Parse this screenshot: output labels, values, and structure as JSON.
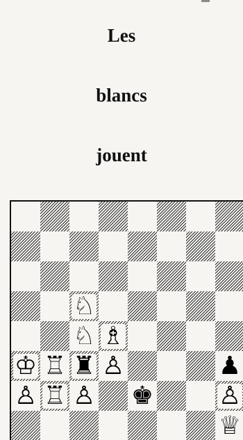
{
  "caption": {
    "line1": "Les",
    "line2": "blancs",
    "line3": "jouent"
  },
  "board": {
    "files": 8,
    "ranks": 8,
    "pieces": [
      {
        "square": "c5",
        "glyph": "♘",
        "name": "white-knight"
      },
      {
        "square": "c4",
        "glyph": "♘",
        "name": "white-knight"
      },
      {
        "square": "d4",
        "glyph": "♗",
        "name": "white-bishop"
      },
      {
        "square": "a3",
        "glyph": "♔",
        "name": "white-king"
      },
      {
        "square": "b3",
        "glyph": "♖",
        "name": "white-rook"
      },
      {
        "square": "c3",
        "glyph": "♜",
        "name": "black-rook"
      },
      {
        "square": "d3",
        "glyph": "♙",
        "name": "white-pawn"
      },
      {
        "square": "h3",
        "glyph": "♟",
        "name": "black-pawn"
      },
      {
        "square": "a2",
        "glyph": "♙",
        "name": "white-pawn"
      },
      {
        "square": "b2",
        "glyph": "♖",
        "name": "white-rook"
      },
      {
        "square": "c2",
        "glyph": "♙",
        "name": "white-pawn"
      },
      {
        "square": "e2",
        "glyph": "♚",
        "name": "black-king"
      },
      {
        "square": "h2",
        "glyph": "♙",
        "name": "white-pawn"
      },
      {
        "square": "h1",
        "glyph": "♕",
        "name": "white-queen"
      }
    ]
  }
}
